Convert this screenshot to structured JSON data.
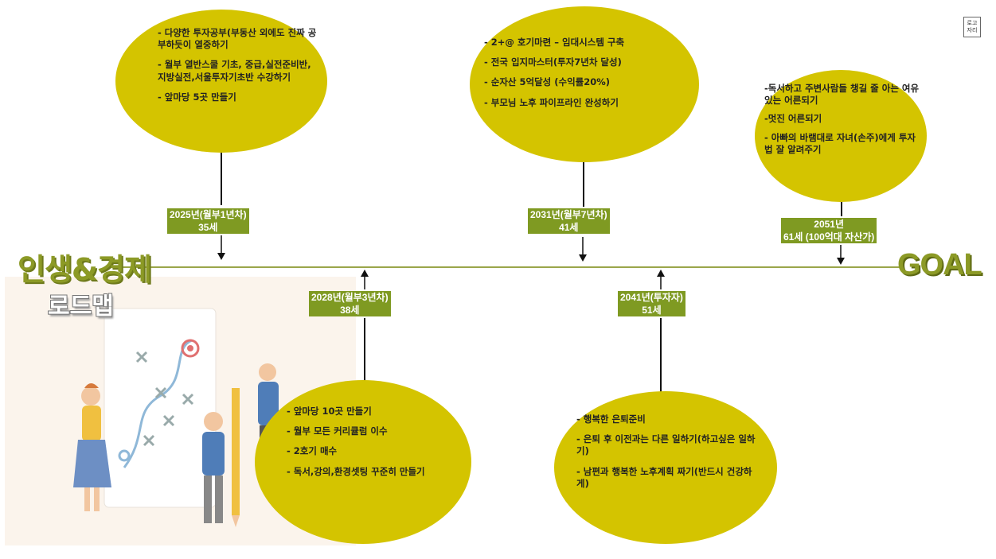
{
  "title": {
    "main": "인생&경제",
    "sub": "로드맵",
    "goal": "GOAL"
  },
  "logo": {
    "line1": "로고",
    "line2": "자리"
  },
  "milestones": [
    {
      "year": "2025년(월부1년차)",
      "age": "35세",
      "items": [
        "- 다양한 투자공부(부동산 외에도 진짜 공부하듯이 열중하기",
        "- 월부 열반스쿨 기초, 중급,실전준비반,지방실전,서울투자기초반 수강하기",
        "- 앞마당 5곳 만들기"
      ]
    },
    {
      "year": "2028년(월부3년차)",
      "age": "38세",
      "items": [
        "- 앞마당 10곳 만들기",
        "- 월부 모든 커리큘럼 이수",
        "- 2호기 매수",
        "- 독서,강의,환경셋팅 꾸준히 만들기"
      ]
    },
    {
      "year": "2031년(월부7년차)",
      "age": "41세",
      "items": [
        "- 2+@ 호기마련 – 임대시스템 구축",
        "- 전국 입지마스터(투자7년차 달성)",
        "- 순자산 5억달성 (수익률20%)",
        "- 부모님 노후 파이프라인 완성하기"
      ]
    },
    {
      "year": "2041년(투자자)",
      "age": "51세",
      "items": [
        "- 행복한 은퇴준비",
        "- 은퇴 후 이전과는 다른 일하기(하고싶은 일하기)",
        "- 남편과 행복한 노후계획 짜기(반드시 건강하게)"
      ]
    },
    {
      "year": "2051년",
      "age": "61세 (100억대 자산가)",
      "items": [
        "-독서하고 주변사람들 챙길 줄 아는 여유있는 어른되기",
        "-멋진 어른되기",
        "- 아빠의 바램대로 자녀(손주)에게 투자법 잘 알려주기"
      ]
    }
  ],
  "colors": {
    "ellipse": "#d4c400",
    "label_bg": "#7f9a22",
    "title": "#8c9a26",
    "line": "#9aa64a"
  }
}
